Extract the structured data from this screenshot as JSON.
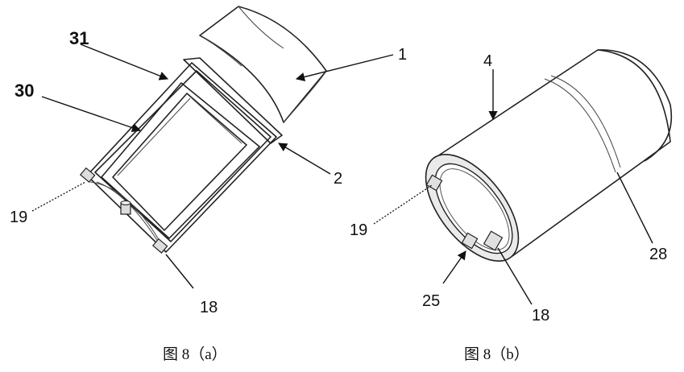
{
  "figure_a": {
    "labels": {
      "l31": "31",
      "l30": "30",
      "l1": "1",
      "l2": "2",
      "l19": "19",
      "l18": "18"
    },
    "caption": "图 8（a）"
  },
  "figure_b": {
    "labels": {
      "l4": "4",
      "l19": "19",
      "l25": "25",
      "l18": "18",
      "l28": "28"
    },
    "caption": "图 8（b）"
  }
}
